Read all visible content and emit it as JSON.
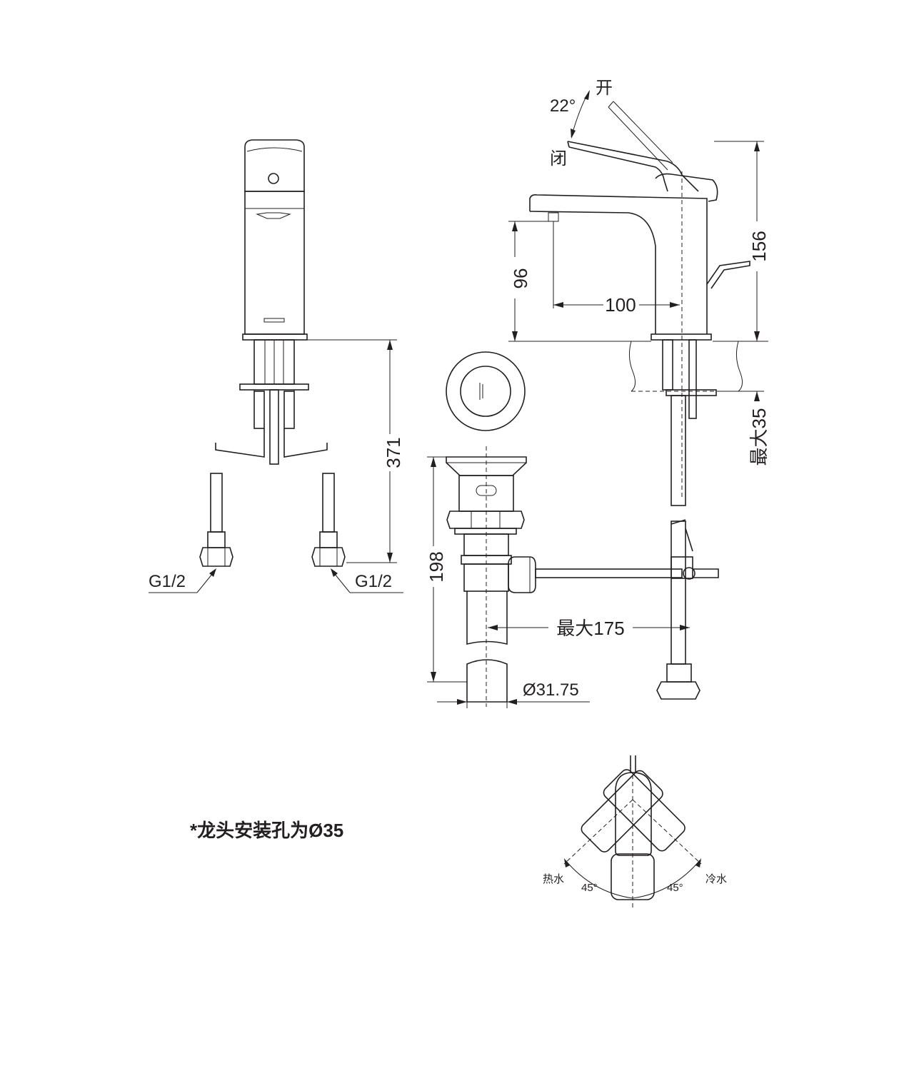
{
  "colors": {
    "line": "#231f20",
    "background": "#ffffff"
  },
  "labels": {
    "connector_left": "G1/2",
    "connector_right": "G1/2",
    "angle_open": "22°",
    "open": "开",
    "close": "闭",
    "hot_water": "热水",
    "cold_water": "冷水",
    "angle_hot": "45°",
    "angle_cold": "45°"
  },
  "dimensions": {
    "height_total": "156",
    "spout_height": "96",
    "spout_reach": "100",
    "max_thickness": "最大35",
    "hose_length": "371",
    "drain_height": "198",
    "drain_reach": "最大175",
    "drain_diameter": "Ø31.75"
  },
  "note": "*龙头安装孔为Ø35"
}
